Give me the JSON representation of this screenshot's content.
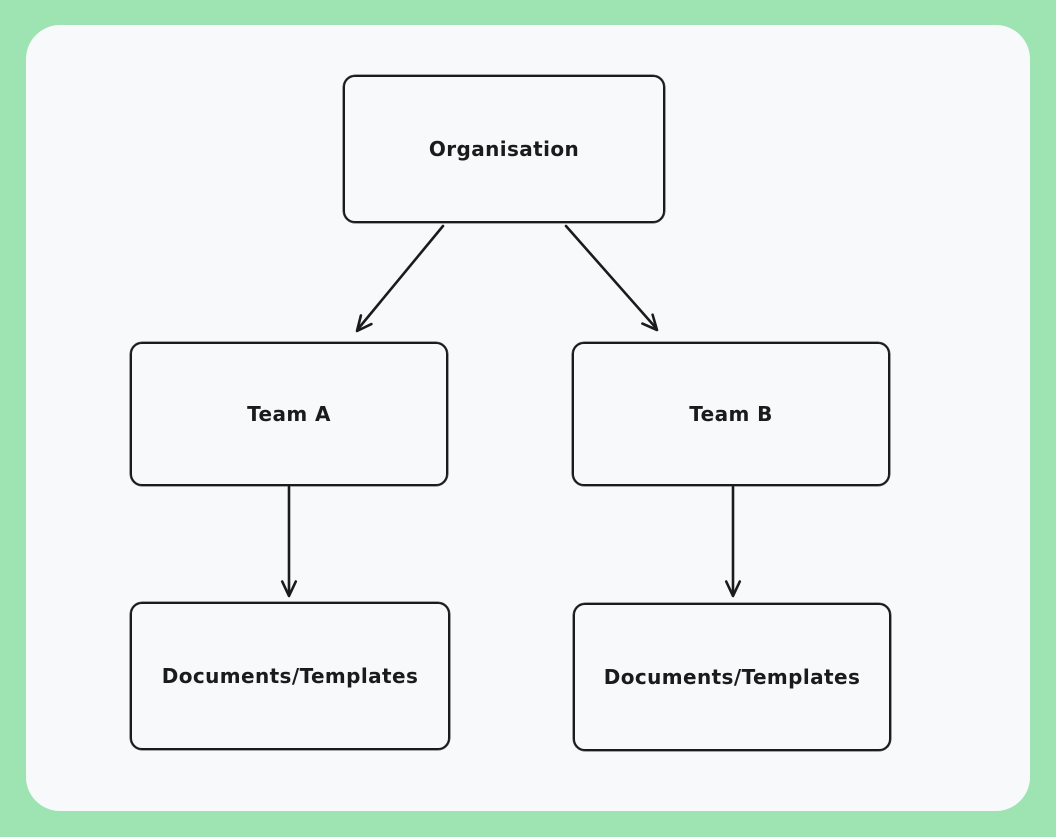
{
  "colors": {
    "page_background": "#9de4b2",
    "canvas_background": "#f8f9fb",
    "stroke": "#1b1b1e"
  },
  "nodes": {
    "organisation": {
      "label": "Organisation"
    },
    "team_a": {
      "label": "Team A"
    },
    "team_b": {
      "label": "Team B"
    },
    "docs_a": {
      "label": "Documents/Templates"
    },
    "docs_b": {
      "label": "Documents/Templates"
    }
  },
  "edges": [
    {
      "from": "organisation",
      "to": "team_a",
      "style": "arrow"
    },
    {
      "from": "organisation",
      "to": "team_b",
      "style": "arrow"
    },
    {
      "from": "team_a",
      "to": "docs_a",
      "style": "arrow"
    },
    {
      "from": "team_b",
      "to": "docs_b",
      "style": "arrow"
    }
  ]
}
